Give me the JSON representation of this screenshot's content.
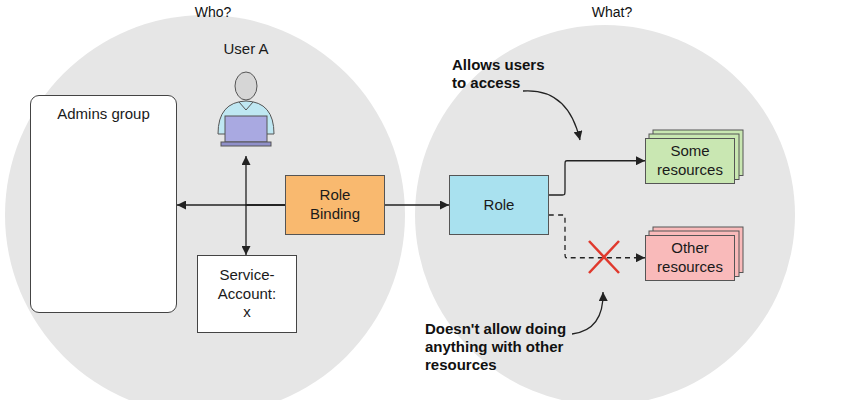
{
  "diagram": {
    "nodes": [
      {
        "text": [
          "Admins group"
        ]
      },
      {
        "text": [
          "User A"
        ]
      },
      {
        "text": [
          "Role Binding"
        ]
      },
      {
        "text": [
          "Service-Account: x"
        ]
      },
      {
        "text": [
          "Role"
        ]
      },
      {
        "text": [
          "Some resources"
        ]
      },
      {
        "text": [
          "Other resources"
        ]
      }
    ],
    "edges": [
      {
        "from": 2,
        "to": 0,
        "arrow": "to"
      },
      {
        "from": 2,
        "to": 1,
        "arrow": "to"
      },
      {
        "from": 2,
        "to": 3,
        "arrow": "to"
      },
      {
        "from": 2,
        "to": 4,
        "arrow": "to"
      },
      {
        "from": 4,
        "to": 5,
        "arrow": "to"
      },
      {
        "from": 4,
        "to": 6,
        "arrow": "to"
      }
    ],
    "labels": [
      "Who?",
      "What?",
      "Allows users to access",
      "Doesn't allow doing anything with other resources"
    ]
  }
}
